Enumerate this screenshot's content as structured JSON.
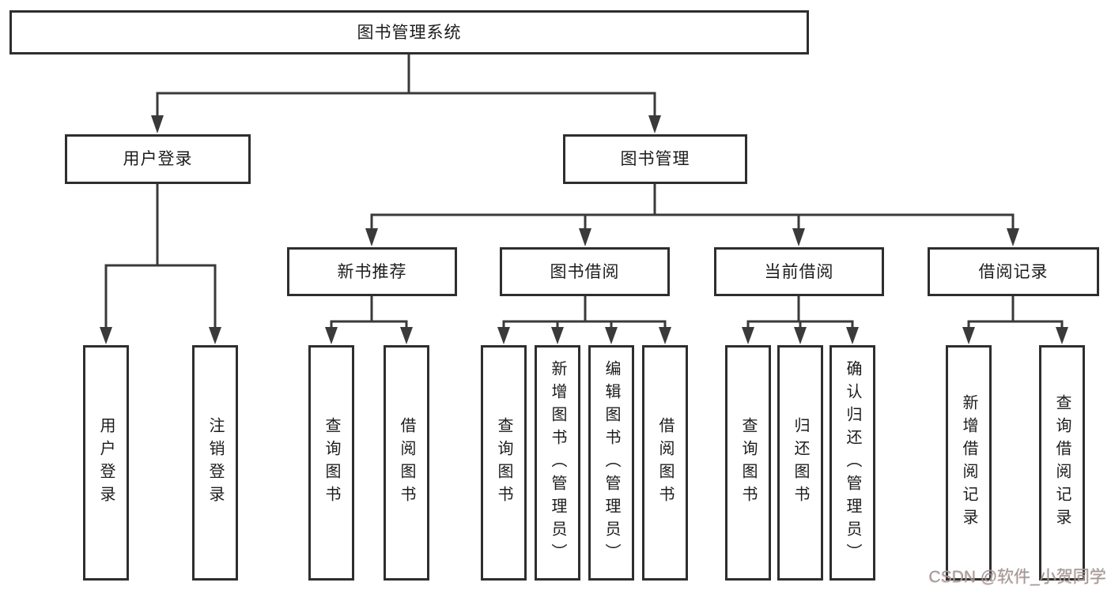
{
  "diagram": {
    "root": {
      "label": "图书管理系统"
    },
    "level2": [
      {
        "id": "user-login",
        "parent": "图书管理系统",
        "label": "用户登录"
      },
      {
        "id": "book-management",
        "parent": "图书管理系统",
        "label": "图书管理"
      }
    ],
    "level3": [
      {
        "id": "new-book-recommend",
        "parent": "图书管理",
        "label": "新书推荐"
      },
      {
        "id": "book-borrow",
        "parent": "图书管理",
        "label": "图书借阅"
      },
      {
        "id": "current-borrow",
        "parent": "图书管理",
        "label": "当前借阅"
      },
      {
        "id": "borrow-records",
        "parent": "图书管理",
        "label": "借阅记录"
      }
    ],
    "level4": [
      {
        "parent": "用户登录",
        "label": "用户登录"
      },
      {
        "parent": "用户登录",
        "label": "注销登录"
      },
      {
        "parent": "新书推荐",
        "label": "查询图书"
      },
      {
        "parent": "新书推荐",
        "label": "借阅图书"
      },
      {
        "parent": "图书借阅",
        "label": "查询图书"
      },
      {
        "parent": "图书借阅",
        "label": "新增图书（管理员）"
      },
      {
        "parent": "图书借阅",
        "label": "编辑图书（管理员）"
      },
      {
        "parent": "图书借阅",
        "label": "借阅图书"
      },
      {
        "parent": "当前借阅",
        "label": "查询图书"
      },
      {
        "parent": "当前借阅",
        "label": "归还图书"
      },
      {
        "parent": "当前借阅",
        "label": "确认归还（管理员）"
      },
      {
        "parent": "借阅记录",
        "label": "新增借阅记录"
      },
      {
        "parent": "借阅记录",
        "label": "查询借阅记录"
      }
    ]
  },
  "watermark": {
    "text": "CSDN @软件_小贺同学",
    "color": "#9b9b9b"
  },
  "colors": {
    "line": "#3a3a3a",
    "box_border": "#2e2e2e",
    "text": "#1c1c1c",
    "background": "#ffffff"
  }
}
